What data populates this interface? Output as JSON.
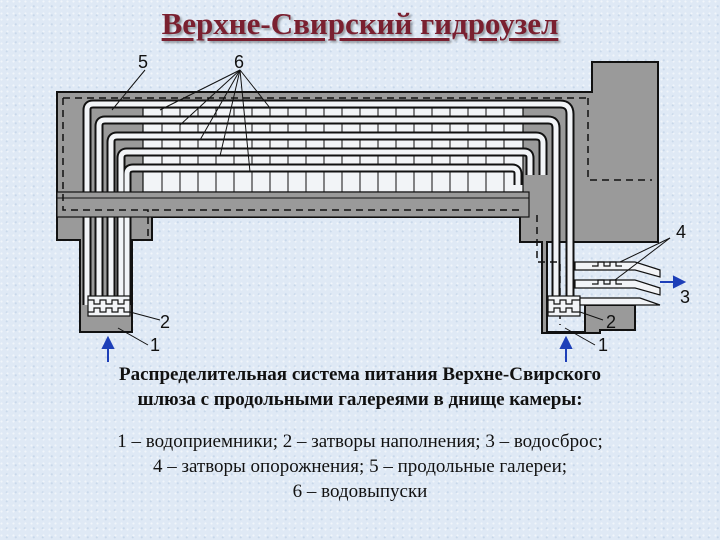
{
  "title": "Верхне-Свирский гидроузел",
  "caption": {
    "line1": "Распределительная система питания Верхне-Свирского",
    "line2": "шлюза с продольными галереями в днище камеры:"
  },
  "legend": {
    "line1": "1 – водоприемники; 2 – затворы наполнения; 3 – водосброс;",
    "line2": "4 – затворы опорожнения; 5 – продольные галереи;",
    "line3": "6 – водовыпуски"
  },
  "diagram_labels": {
    "n5": "5",
    "n6": "6",
    "n4": "4",
    "n3": "3",
    "n2_left": "2",
    "n1_left": "1",
    "n2_right": "2",
    "n1_right": "1"
  },
  "colors": {
    "title": "#7a2030",
    "structure_fill": "#9a9a9a",
    "arrow": "#1d3fb8",
    "background": "#dfe9f5"
  }
}
